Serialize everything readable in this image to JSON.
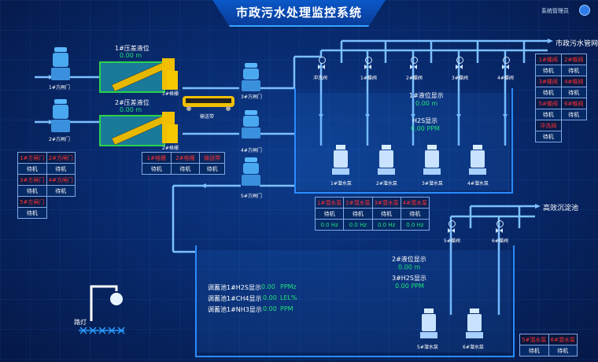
{
  "header": {
    "title": "市政污水处理监控系统",
    "admin": "系统管理员"
  },
  "destinations": {
    "top": "市政污水管网",
    "bottom": "高效沉淀池"
  },
  "gates_left": [
    {
      "label": "1#方闸门"
    },
    {
      "label": "2#方闸门"
    }
  ],
  "gates_right": [
    {
      "label": "3#方闸门"
    },
    {
      "label": "4#方闸门"
    },
    {
      "label": "5#方闸门"
    }
  ],
  "screens": {
    "s1": {
      "title": "1#压差液位",
      "value": "0.00 m",
      "label": "1#格栅"
    },
    "s2": {
      "title": "2#压差液位",
      "value": "0.00 m",
      "label": "2#格栅"
    },
    "conveyor": "输送带"
  },
  "valves": [
    "冲洗阀",
    "1#蝶阀",
    "2#蝶阀",
    "3#蝶阀",
    "4#蝶阀",
    "5#蝶阀",
    "6#蝶阀"
  ],
  "upper_tank": {
    "level_title": "1#液位显示",
    "level_value": "0.00 m",
    "h2s_title": "H2S显示",
    "h2s_value": "0.00 PPM",
    "pumps": [
      "1#潜水泵",
      "2#潜水泵",
      "3#潜水泵",
      "4#潜水泵"
    ]
  },
  "lower_tank": {
    "level_title": "2#液位显示",
    "level_value": "0.00 m",
    "h2s_title": "3#H2S显示",
    "h2s_value": "0.00 PPM",
    "pumps": [
      "5#潜水泵",
      "6#潜水泵"
    ],
    "readouts": [
      {
        "label": "调蓄池1#H2S显示",
        "value": "0.00",
        "unit": "PPMz"
      },
      {
        "label": "调蓄池1#CH4显示",
        "value": "0.00",
        "unit": "LEL%"
      },
      {
        "label": "调蓄池1#NH3显示",
        "value": "0.00",
        "unit": "PPM"
      }
    ]
  },
  "streetlight": "路灯",
  "tables": {
    "gates": [
      [
        {
          "t": "1#方闸门",
          "c": "r"
        },
        {
          "t": "2#方闸门",
          "c": "r"
        }
      ],
      [
        {
          "t": "待机",
          "c": "w"
        },
        {
          "t": "待机",
          "c": "w"
        }
      ],
      [
        {
          "t": "3#方闸门",
          "c": "r"
        },
        {
          "t": "4#方闸门",
          "c": "r"
        }
      ],
      [
        {
          "t": "待机",
          "c": "w"
        },
        {
          "t": "待机",
          "c": "w"
        }
      ],
      [
        {
          "t": "5#方闸门",
          "c": "r"
        }
      ],
      [
        {
          "t": "待机",
          "c": "w"
        }
      ]
    ],
    "screens": [
      [
        {
          "t": "1#格栅",
          "c": "r"
        },
        {
          "t": "2#格栅",
          "c": "r"
        },
        {
          "t": "输送带",
          "c": "r"
        }
      ],
      [
        {
          "t": "待机",
          "c": "w"
        },
        {
          "t": "待机",
          "c": "w"
        },
        {
          "t": "待机",
          "c": "w"
        }
      ]
    ],
    "valves": [
      [
        {
          "t": "1#蝶阀",
          "c": "r"
        },
        {
          "t": "2#蝶阀",
          "c": "r"
        }
      ],
      [
        {
          "t": "待机",
          "c": "w"
        },
        {
          "t": "待机",
          "c": "w"
        }
      ],
      [
        {
          "t": "3#蝶阀",
          "c": "r"
        },
        {
          "t": "4#蝶阀",
          "c": "r"
        }
      ],
      [
        {
          "t": "待机",
          "c": "w"
        },
        {
          "t": "待机",
          "c": "w"
        }
      ],
      [
        {
          "t": "5#蝶阀",
          "c": "r"
        },
        {
          "t": "6#蝶阀",
          "c": "r"
        }
      ],
      [
        {
          "t": "待机",
          "c": "w"
        },
        {
          "t": "待机",
          "c": "w"
        }
      ],
      [
        {
          "t": "冲洗阀",
          "c": "r"
        }
      ],
      [
        {
          "t": "待机",
          "c": "w"
        }
      ]
    ],
    "pumps14": [
      [
        {
          "t": "1#潜水泵",
          "c": "r"
        },
        {
          "t": "2#潜水泵",
          "c": "r"
        },
        {
          "t": "3#潜水泵",
          "c": "r"
        },
        {
          "t": "4#潜水泵",
          "c": "r"
        }
      ],
      [
        {
          "t": "待机",
          "c": "w"
        },
        {
          "t": "待机",
          "c": "w"
        },
        {
          "t": "待机",
          "c": "w"
        },
        {
          "t": "待机",
          "c": "w"
        }
      ],
      [
        {
          "t": "0.0 Hz",
          "c": "g"
        },
        {
          "t": "0.0 Hz",
          "c": "g"
        },
        {
          "t": "0.0 Hz",
          "c": "g"
        },
        {
          "t": "0.0 Hz",
          "c": "g"
        }
      ]
    ],
    "pumps56": [
      [
        {
          "t": "5#潜水泵",
          "c": "r"
        },
        {
          "t": "6#潜水泵",
          "c": "r"
        }
      ],
      [
        {
          "t": "待机",
          "c": "w"
        },
        {
          "t": "待机",
          "c": "w"
        }
      ]
    ]
  }
}
